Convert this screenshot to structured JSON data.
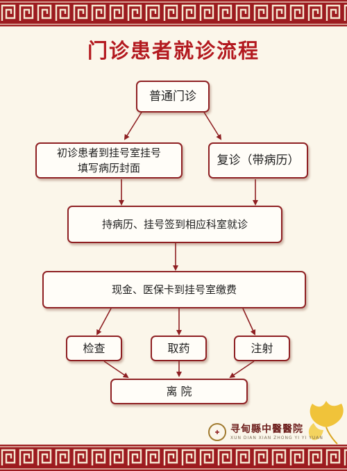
{
  "title": "门诊患者就诊流程",
  "nodes": {
    "start": "普通门诊",
    "first_visit": [
      "初诊患者到挂号室挂号",
      "填写病历封面"
    ],
    "return_visit": "复诊（带病历）",
    "checkin": "持病历、挂号签到相应科室就诊",
    "payment": "现金、医保卡到挂号室缴费",
    "exam": "检查",
    "medicine": "取药",
    "injection": "注射",
    "leave": "离 院"
  },
  "logo": {
    "name": "寻甸縣中醫醫院",
    "english": "XUN DIAN XIAN ZHONG YI YI YUAN"
  },
  "colors": {
    "accent": "#b3191f",
    "border": "#8e1f22",
    "band": "#9c1b1f",
    "background": "#fbf6ea"
  }
}
